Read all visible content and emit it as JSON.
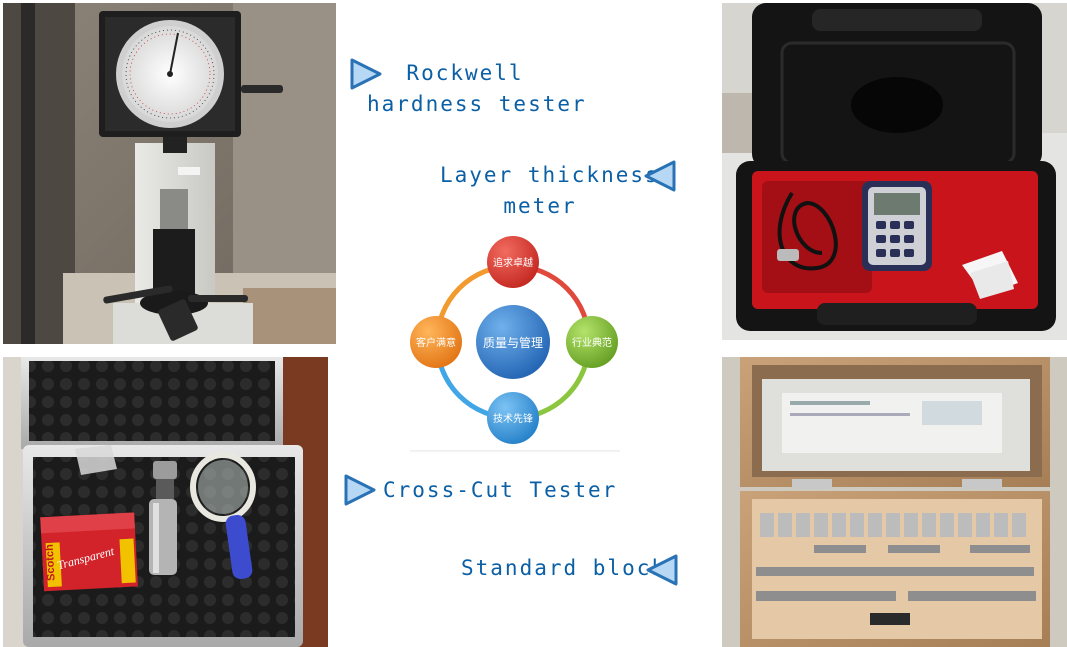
{
  "labels": {
    "rockwell_line1": "Rockwell",
    "rockwell_line2": "hardness tester",
    "layer_line1": "Layer thickness",
    "layer_line2": "meter",
    "crosscut": "Cross-Cut Tester",
    "standard": "Standard block"
  },
  "diagram": {
    "center": "质量与管理",
    "top": "追求卓越",
    "right": "行业典范",
    "bottom": "技术先锋",
    "left": "客户满意"
  },
  "product_text": {
    "scotch_brand": "Scotch",
    "scotch_product": "Transparent"
  },
  "colors": {
    "label_blue": "#0b5fa5",
    "node_red": "#d9332b",
    "node_green": "#7cb82f",
    "node_blue": "#2e8fd8",
    "node_orange": "#f08a1d",
    "center_blue": "#2c6fc0"
  }
}
